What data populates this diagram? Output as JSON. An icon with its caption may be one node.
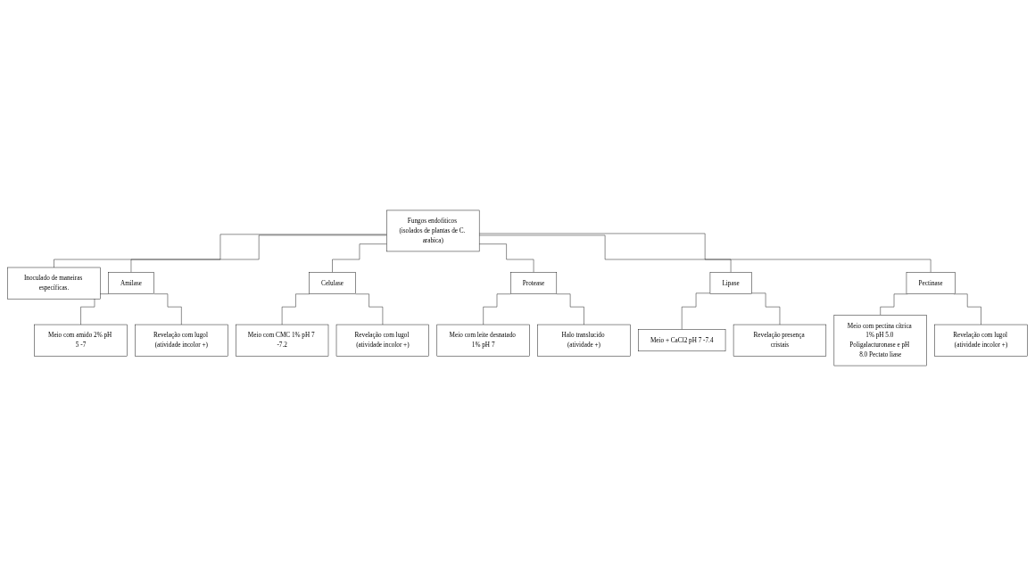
{
  "diagram": {
    "nodes": [
      {
        "text": [
          "Fungos endofiticos (isolados de plantas de C. arabica)"
        ]
      },
      {
        "text": [
          "Inoculado de maneiras específicas."
        ]
      },
      {
        "text": [
          "Amilase"
        ]
      },
      {
        "text": [
          "Celulase"
        ]
      },
      {
        "text": [
          "Protease"
        ]
      },
      {
        "text": [
          "Lipase"
        ]
      },
      {
        "text": [
          "Pectinase"
        ]
      },
      {
        "text": [
          "Meio com amido 2% pH 5 -7"
        ]
      },
      {
        "text": [
          "Meio com CMC 1% pH 7 -7.2"
        ]
      },
      {
        "text": [
          "Meio com leite desnatado 1% pH 7"
        ]
      },
      {
        "text": [
          "Meio + CaCl2 pH 7 -7.4"
        ]
      },
      {
        "text": [
          "Meio com pectina cítrica 1% pH 5.0 Poligalacturonase e pH 8.0 Pectato liase"
        ]
      },
      {
        "text": [
          "Revelação com lugol (atividade incolor +)"
        ]
      },
      {
        "text": [
          "Revelação com lugol (atividade incolor +)"
        ]
      },
      {
        "text": [
          "Halo translucido (atividade +)"
        ]
      },
      {
        "text": [
          "Revelação presença cristais"
        ]
      },
      {
        "text": [
          "Revelação com lugol (atividade incolor +)"
        ]
      }
    ],
    "edges": [
      {
        "from": 0,
        "to": 1,
        "arrow": "none"
      },
      {
        "from": 0,
        "to": 2,
        "arrow": "none"
      },
      {
        "from": 0,
        "to": 3,
        "arrow": "none"
      },
      {
        "from": 0,
        "to": 4,
        "arrow": "none"
      },
      {
        "from": 0,
        "to": 5,
        "arrow": "none"
      },
      {
        "from": 0,
        "to": 6,
        "arrow": "none"
      },
      {
        "from": 2,
        "to": 7,
        "arrow": "none"
      },
      {
        "from": 2,
        "to": 12,
        "arrow": "none"
      },
      {
        "from": 3,
        "to": 8,
        "arrow": "none"
      },
      {
        "from": 3,
        "to": 13,
        "arrow": "none"
      },
      {
        "from": 4,
        "to": 9,
        "arrow": "none"
      },
      {
        "from": 4,
        "to": 14,
        "arrow": "none"
      },
      {
        "from": 5,
        "to": 10,
        "arrow": "none"
      },
      {
        "from": 5,
        "to": 15,
        "arrow": "none"
      },
      {
        "from": 6,
        "to": 11,
        "arrow": "none"
      },
      {
        "from": 6,
        "to": 16,
        "arrow": "none"
      }
    ]
  }
}
